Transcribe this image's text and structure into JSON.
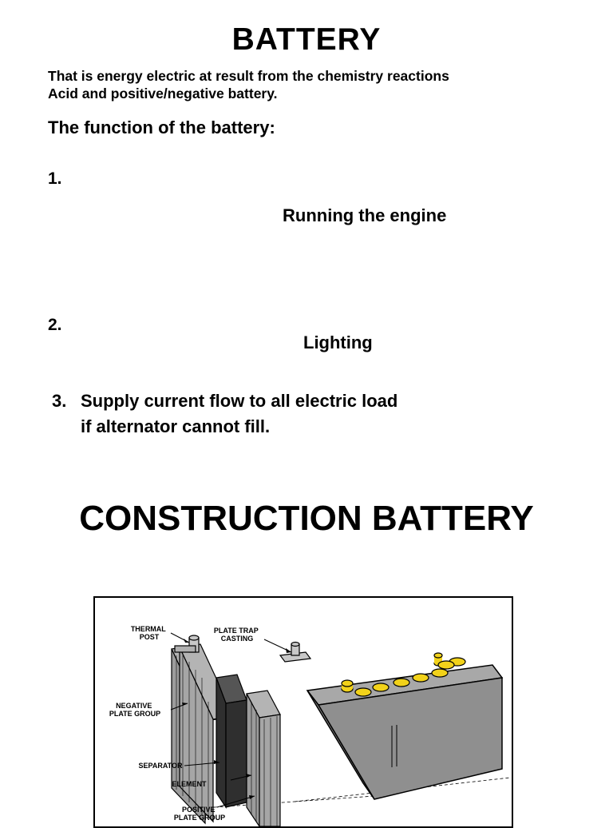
{
  "header": {
    "title": "BATTERY",
    "intro_line1": "That is energy electric at result from the chemistry reactions",
    "intro_line2": "Acid and positive/negative battery."
  },
  "functions": {
    "heading": "The function of the battery:",
    "items": [
      {
        "number": "1.",
        "text": "Running the engine"
      },
      {
        "number": "2.",
        "text": "Lighting"
      },
      {
        "number": "3.",
        "line1": "Supply current flow to all electric load",
        "line2": "if alternator cannot fill."
      }
    ]
  },
  "construction": {
    "title": "CONSTRUCTION BATTERY",
    "diagram_labels": {
      "thermal_post": [
        "THERMAL",
        "POST"
      ],
      "plate_trap": [
        "PLATE TRAP",
        "CASTING"
      ],
      "negative_plate": [
        "NEGATIVE",
        "PLATE GROUP"
      ],
      "separator": "SEPARATOR",
      "element": "ELEMENT",
      "positive_plate": [
        "POSITIVE",
        "PLATE GROUP"
      ]
    },
    "colors": {
      "case": "#8f8f8f",
      "case_top": "#a8a8a8",
      "plates": "#9c9c9c",
      "separator": "#2f2f2f",
      "terminals": "#f2d21a"
    }
  }
}
